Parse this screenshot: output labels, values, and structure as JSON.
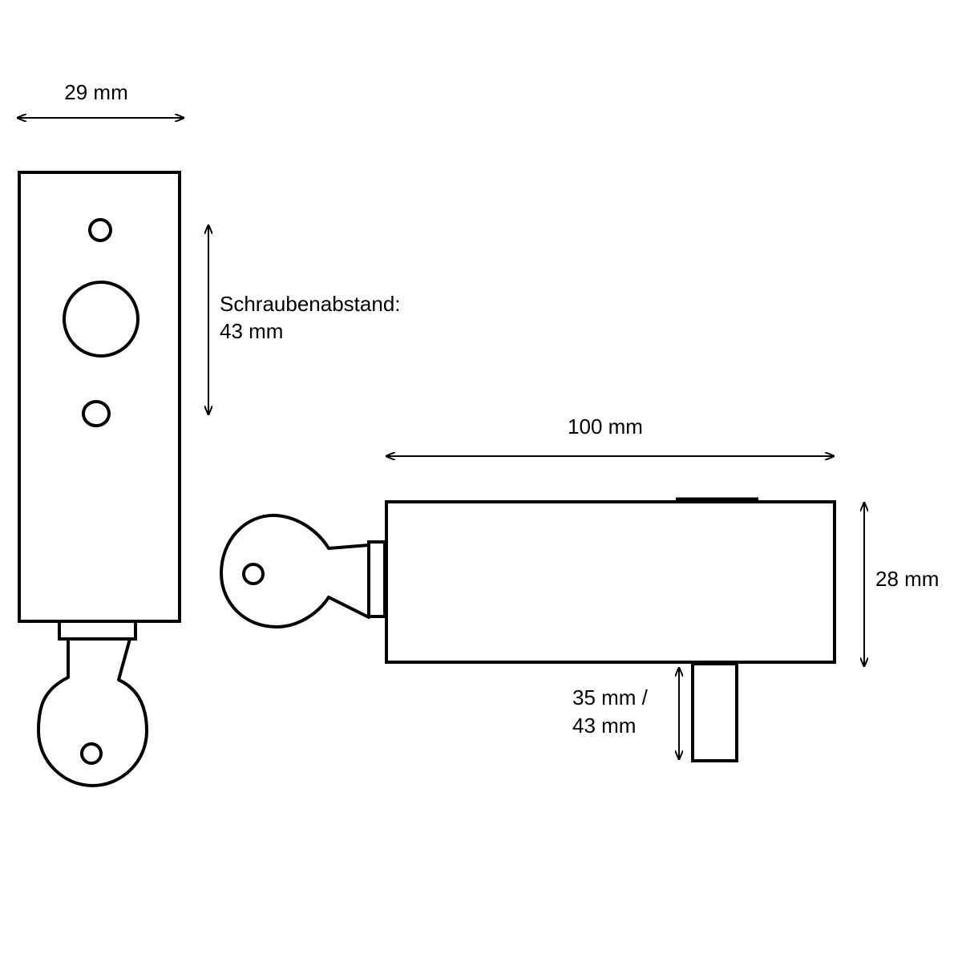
{
  "labels": {
    "front_width": "29 mm",
    "screw_spacing_line1": "Schraubenabstand:",
    "screw_spacing_line2": "43 mm",
    "side_length": "100 mm",
    "side_height": "28 mm",
    "bolt_length_line1": "35 mm /",
    "bolt_length_line2": "43 mm"
  },
  "colors": {
    "stroke": "#000000",
    "background": "#ffffff"
  }
}
